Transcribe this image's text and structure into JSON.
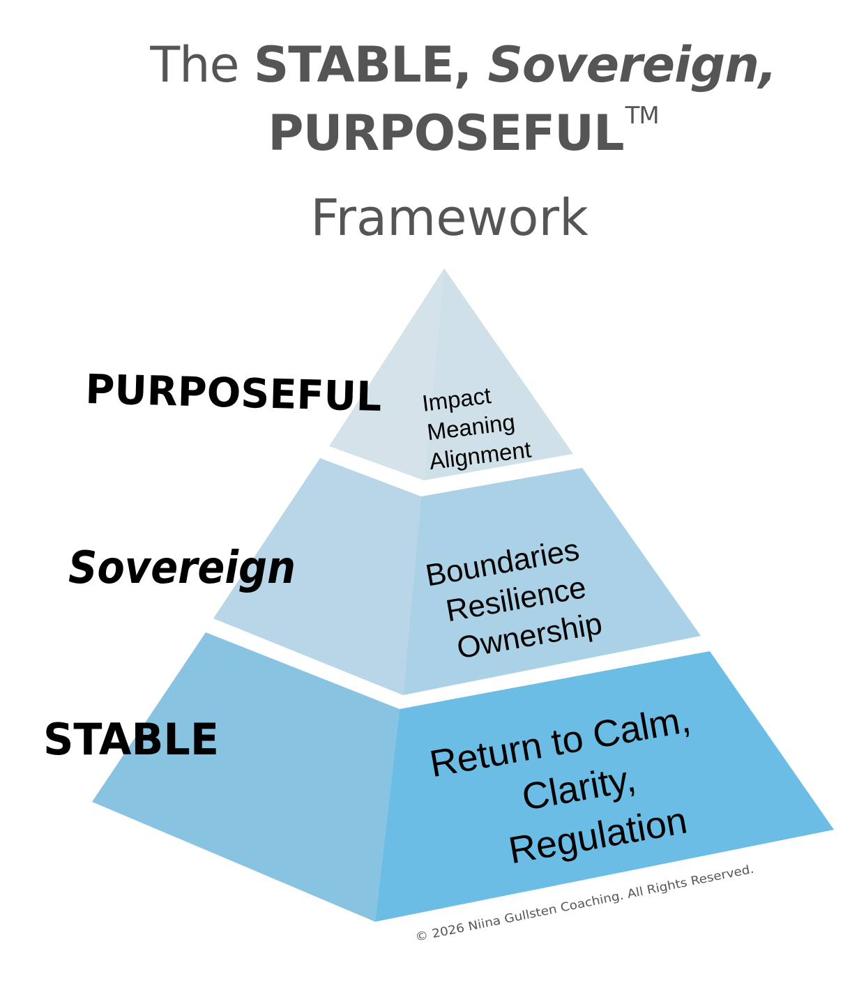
{
  "title": {
    "prefix": "The ",
    "stable": "STABLE,",
    "sovereign": " Sovereign,",
    "purposeful": "PURPOSEFUL",
    "trademark": "TM",
    "suffix": "Framework"
  },
  "tiers": [
    {
      "label": "PURPOSEFUL",
      "items": [
        "Impact",
        "Meaning",
        "Alignment"
      ],
      "color_left": "#d4e3ea",
      "color_right": "#cfe0e8"
    },
    {
      "label": "Sovereign",
      "items": [
        "Boundaries",
        "Resilience",
        "Ownership"
      ],
      "color_left": "#b8d6e7",
      "color_right": "#abd1e6"
    },
    {
      "label": "STABLE",
      "items": [
        "Return to Calm,",
        "Clarity,",
        "Regulation"
      ],
      "color_left": "#89c3e2",
      "color_right": "#6bbde6"
    }
  ],
  "copyright": "© 2026 Niina Gullsten Coaching. All Rights Reserved.",
  "colors": {
    "title": "#555555",
    "label": "#000000",
    "copyright": "#555555"
  }
}
